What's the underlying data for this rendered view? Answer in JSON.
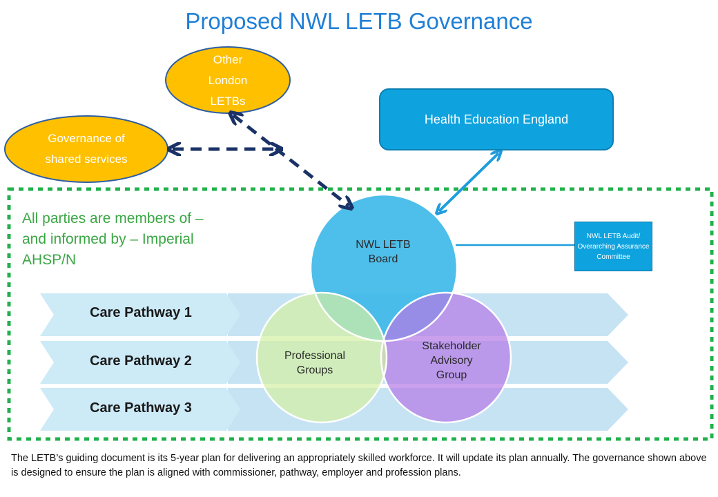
{
  "title": "Proposed NWL LETB Governance",
  "nodes": {
    "other_london_letbs": [
      "Other",
      "London",
      "LETBs"
    ],
    "shared_services": [
      "Governance of",
      "shared services"
    ],
    "hee": "Health Education England",
    "board": [
      "NWL LETB",
      "Board"
    ],
    "professional": [
      "Professional",
      "Groups"
    ],
    "stakeholder": [
      "Stakeholder",
      "Advisory",
      "Group"
    ],
    "audit": "NWL LETB Audit/ Overarching Assurance Committee"
  },
  "members_text": "All parties are members of – and informed by – Imperial AHSP/N",
  "pathways": [
    "Care Pathway 1",
    "Care Pathway 2",
    "Care Pathway 3"
  ],
  "footer": "The LETB’s guiding document is its 5-year plan for delivering an appropriately skilled workforce.  It will update its plan annually.  The governance shown above is designed to ensure the plan is aligned with commissioner, pathway, employer and profession plans.",
  "colors": {
    "title": "#1f7fd6",
    "ellipse_fill": "#ffc000",
    "hee_fill": "#0ea3df",
    "board_fill": "#3fb8e8",
    "professional_fill": "#d4f0a5",
    "stakeholder_fill": "#b57be6",
    "dotted_border": "#22b14c",
    "pathway_band": "#c6e3f4",
    "pathway_tab": "#cdeaf7",
    "dashed_arrow": "#1a3266",
    "solid_arrow": "#1f9ddc"
  }
}
